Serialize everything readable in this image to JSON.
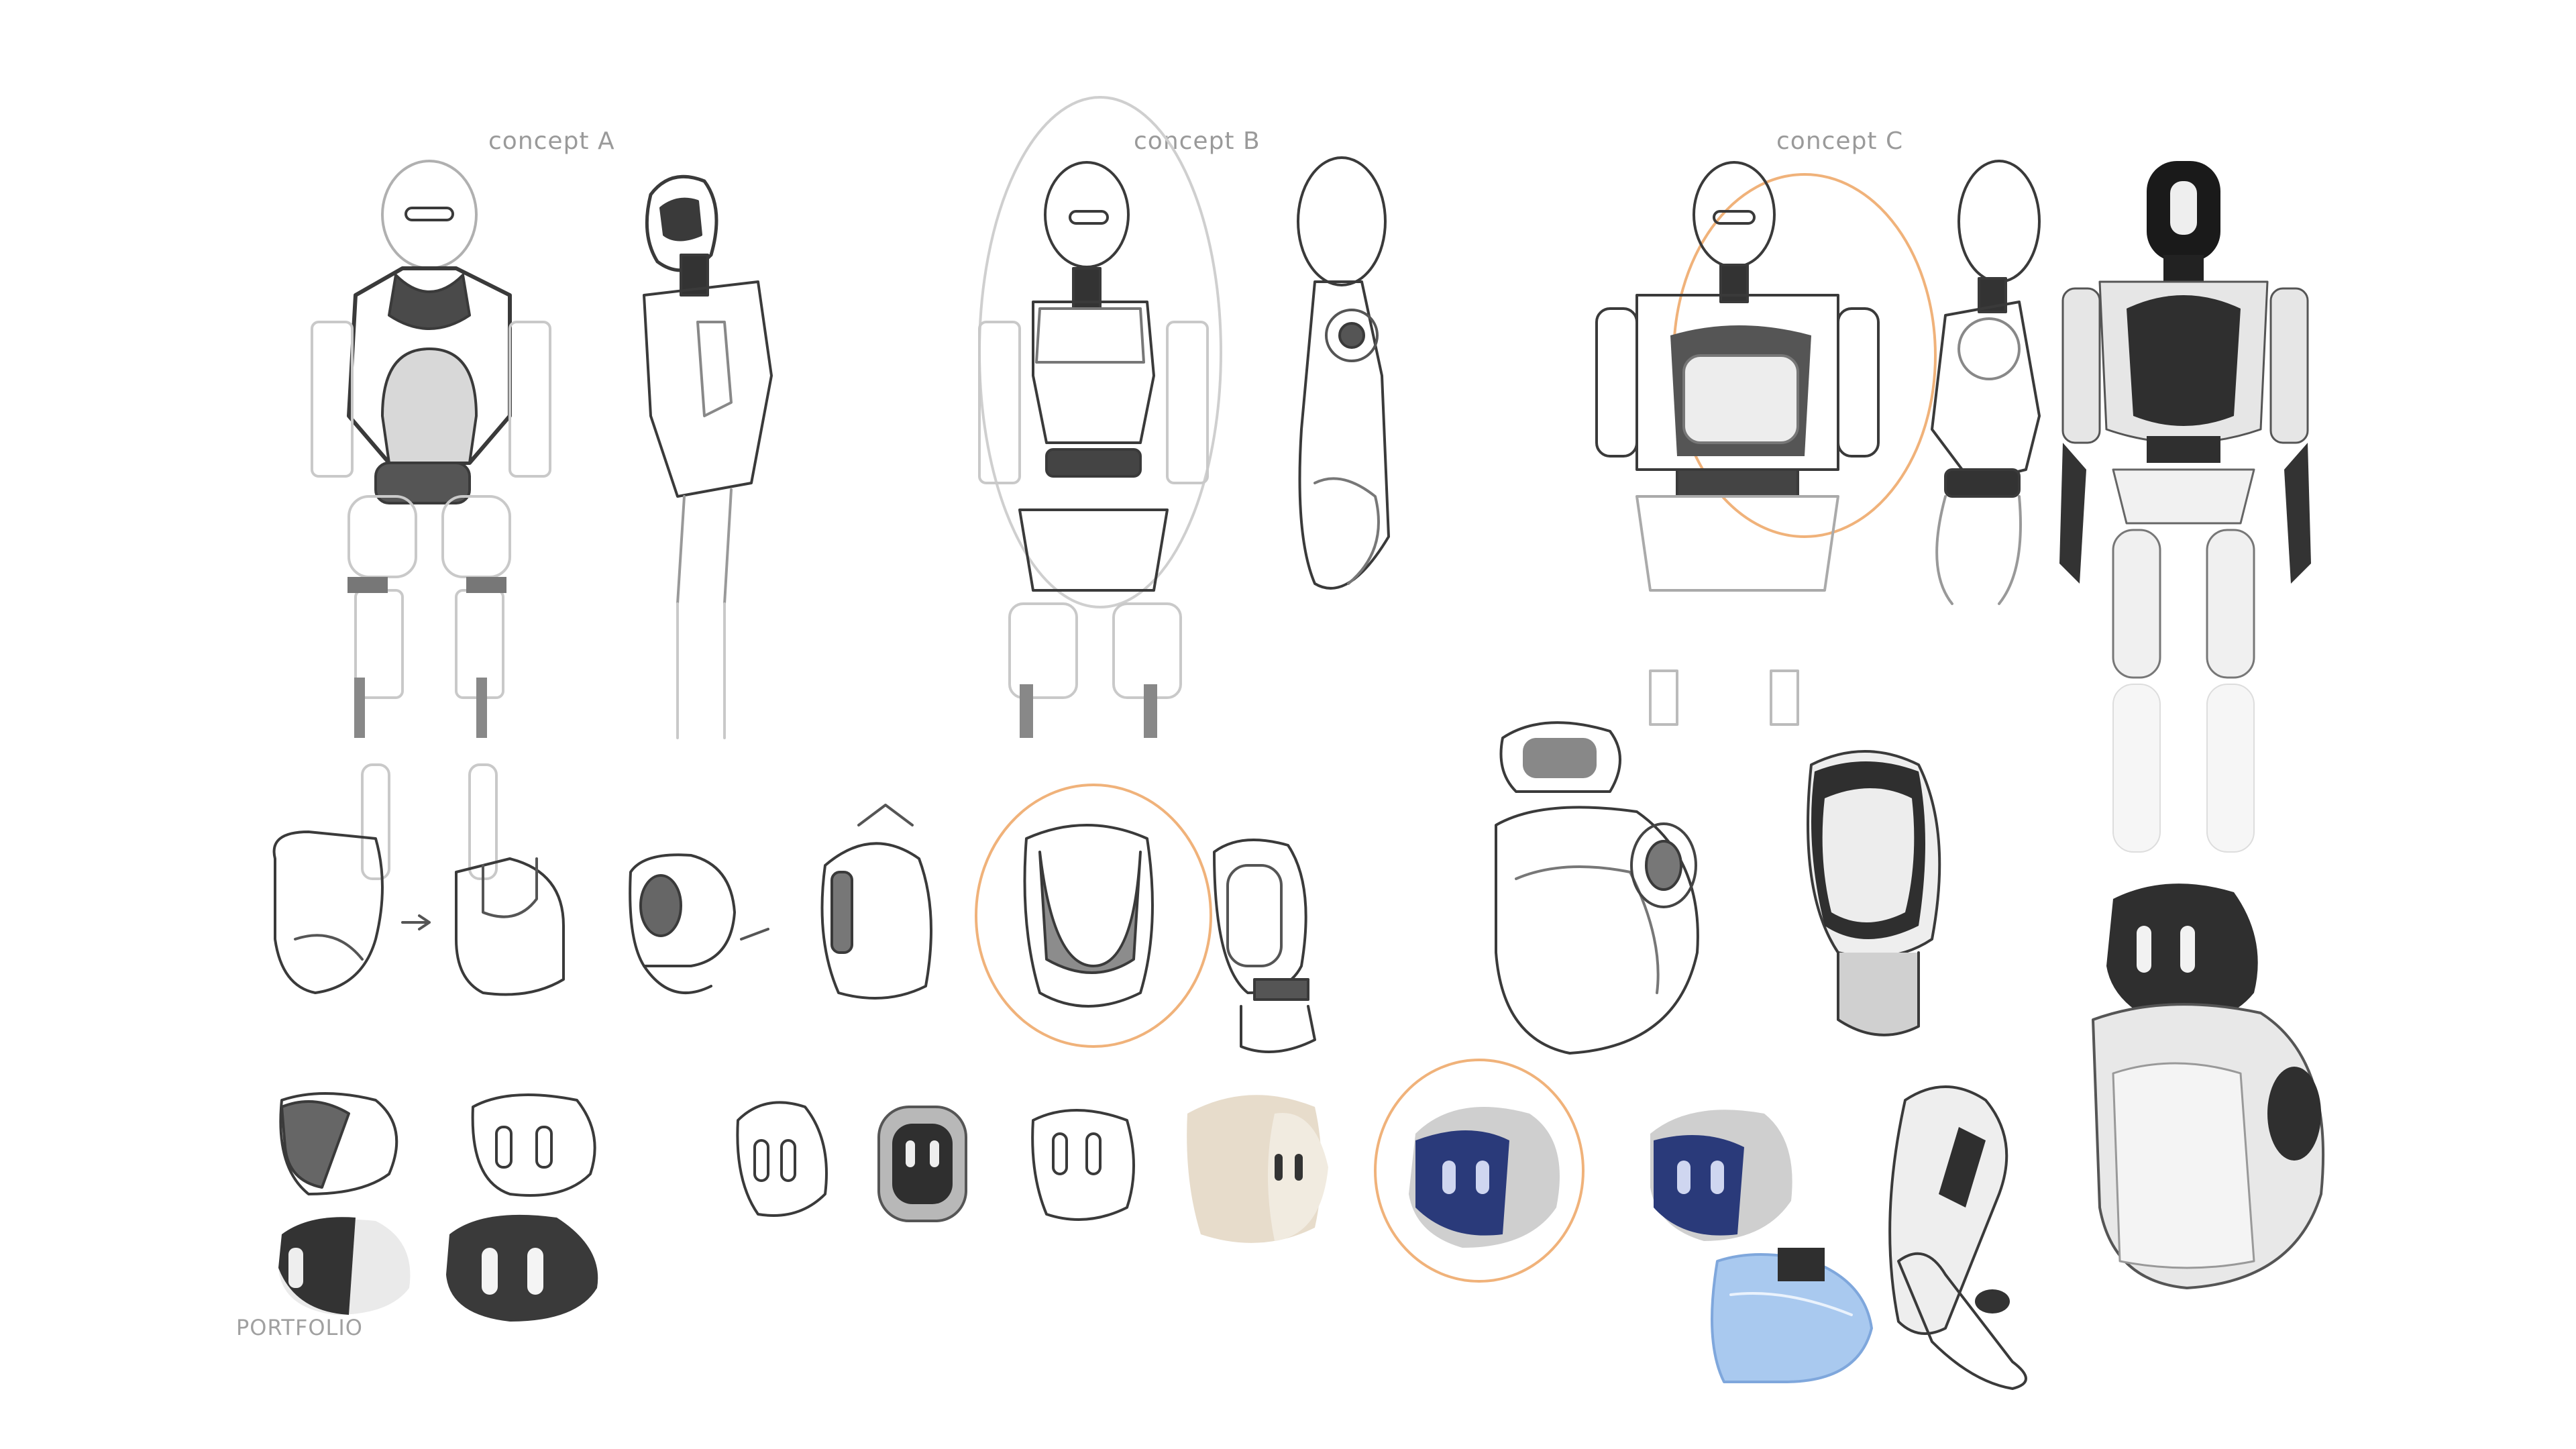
{
  "labels": {
    "concept_a": "concept A",
    "concept_b": "concept B",
    "concept_c": "concept C",
    "watermark": "PORTFOLIO"
  },
  "colors": {
    "sketch_line": "#3a3a3a",
    "faint_line": "#c9c9c9",
    "highlight_circle": "#f0b27a",
    "dark_fill": "#2f2f2f",
    "mid_fill": "#8c8c8c",
    "light_fill": "#e6e6e6",
    "visor_blue": "#2a3a7a",
    "foot_blue": "#a9c9ef"
  }
}
